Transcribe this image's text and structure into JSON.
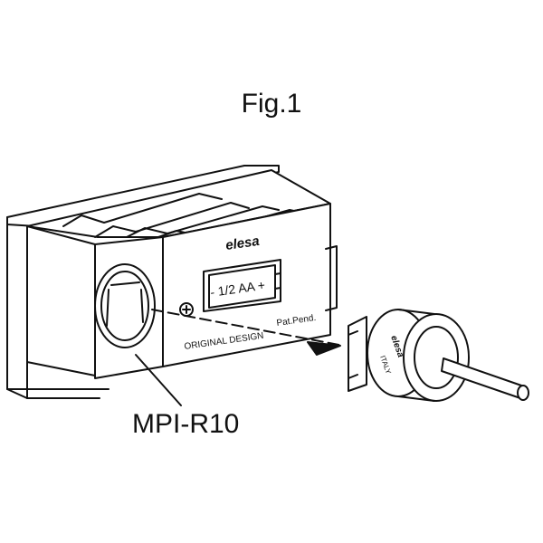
{
  "figure": {
    "title": "Fig.1",
    "part_label": "MPI-R10",
    "body_text": {
      "brand": "elesa",
      "battery": "- 1/2 AA +",
      "original_design": "ORIGINAL DESIGN",
      "patent": "Pat.Pend."
    },
    "key_text": {
      "brand": "elesa",
      "country": "ITALY"
    }
  }
}
